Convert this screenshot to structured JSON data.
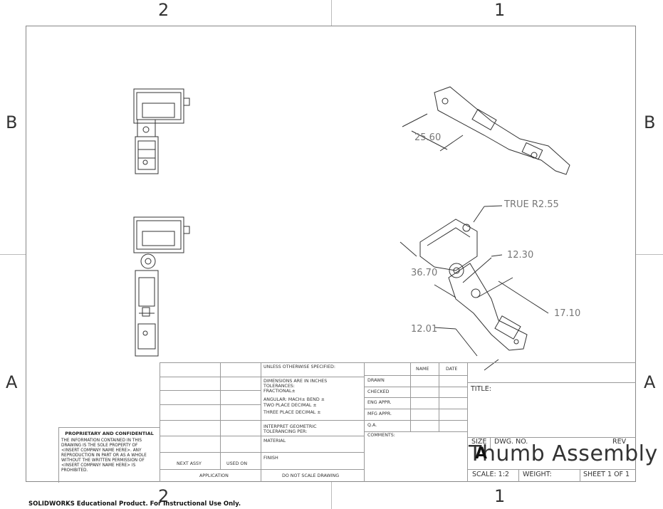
{
  "zones": {
    "top_left": "2",
    "top_right": "1",
    "bottom_left": "2",
    "bottom_right": "1",
    "left_b": "B",
    "right_b": "B",
    "left_a": "A",
    "right_a": "A"
  },
  "dimensions": {
    "d1": "25.60",
    "d2": "TRUE R2.55",
    "d3": "12.30",
    "d4": "36.70",
    "d5": "17.10",
    "d6": "12.01"
  },
  "titleblock": {
    "unless": "UNLESS OTHERWISE SPECIFIED:",
    "name_col": "NAME",
    "date_col": "DATE",
    "dims_inches": "DIMENSIONS ARE IN INCHES",
    "tolerances": "TOLERANCES:",
    "fractional": "FRACTIONAL±",
    "angular": "ANGULAR: MACH±    BEND ±",
    "two_place": "TWO PLACE DECIMAL   ±",
    "three_place": "THREE PLACE DECIMAL  ±",
    "interpret": "INTERPRET GEOMETRIC",
    "tolerancing": "TOLERANCING PER:",
    "material": "MATERIAL",
    "finish": "FINISH",
    "do_not_scale": "DO NOT SCALE DRAWING",
    "drawn": "DRAWN",
    "checked": "CHECKED",
    "eng_appr": "ENG APPR.",
    "mfg_appr": "MFG APPR.",
    "qa": "Q.A.",
    "comments": "COMMENTS:",
    "title_label": "TITLE:",
    "size": "SIZE",
    "size_value": "A",
    "dwg_no": "DWG.  NO.",
    "rev": "REV",
    "drawing_title": "Thumb Assembly",
    "scale": "SCALE: 1:2",
    "weight": "WEIGHT:",
    "sheet": "SHEET 1 OF 1",
    "next_assy": "NEXT ASSY",
    "used_on": "USED ON",
    "application": "APPLICATION"
  },
  "proprietary": {
    "title": "PROPRIETARY AND CONFIDENTIAL",
    "body": "THE INFORMATION CONTAINED IN THIS\nDRAWING IS THE SOLE PROPERTY OF\n<INSERT COMPANY NAME HERE>.  ANY\nREPRODUCTION IN PART OR AS A WHOLE\nWITHOUT THE WRITTEN PERMISSION OF\n<INSERT COMPANY NAME HERE> IS\nPROHIBITED."
  },
  "footer": "SOLIDWORKS Educational Product. For Instructional Use Only."
}
